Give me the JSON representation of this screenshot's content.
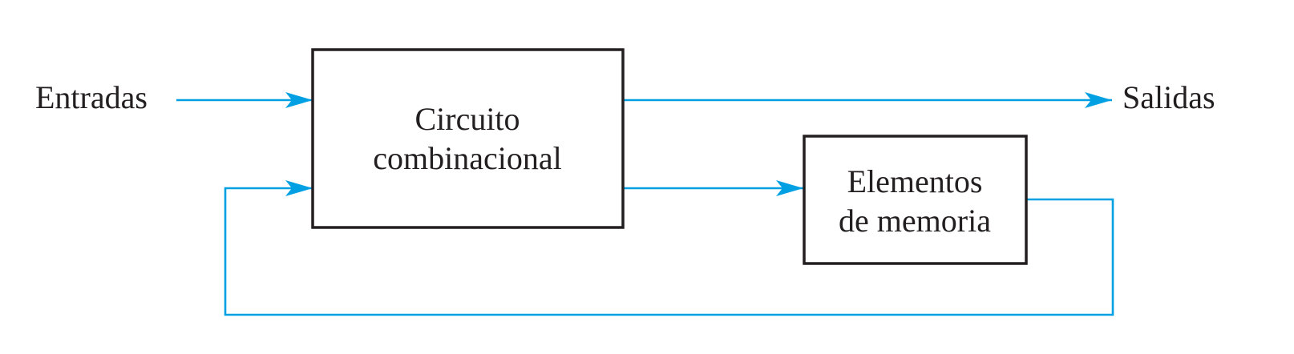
{
  "labels": {
    "inputs": "Entradas",
    "outputs": "Salidas"
  },
  "blocks": {
    "combinational": {
      "line1": "Circuito",
      "line2": "combinacional"
    },
    "memory": {
      "line1": "Elementos",
      "line2": "de memoria"
    }
  },
  "colors": {
    "line": "#00a0e3",
    "box_border": "#231f20",
    "text": "#231f20"
  }
}
